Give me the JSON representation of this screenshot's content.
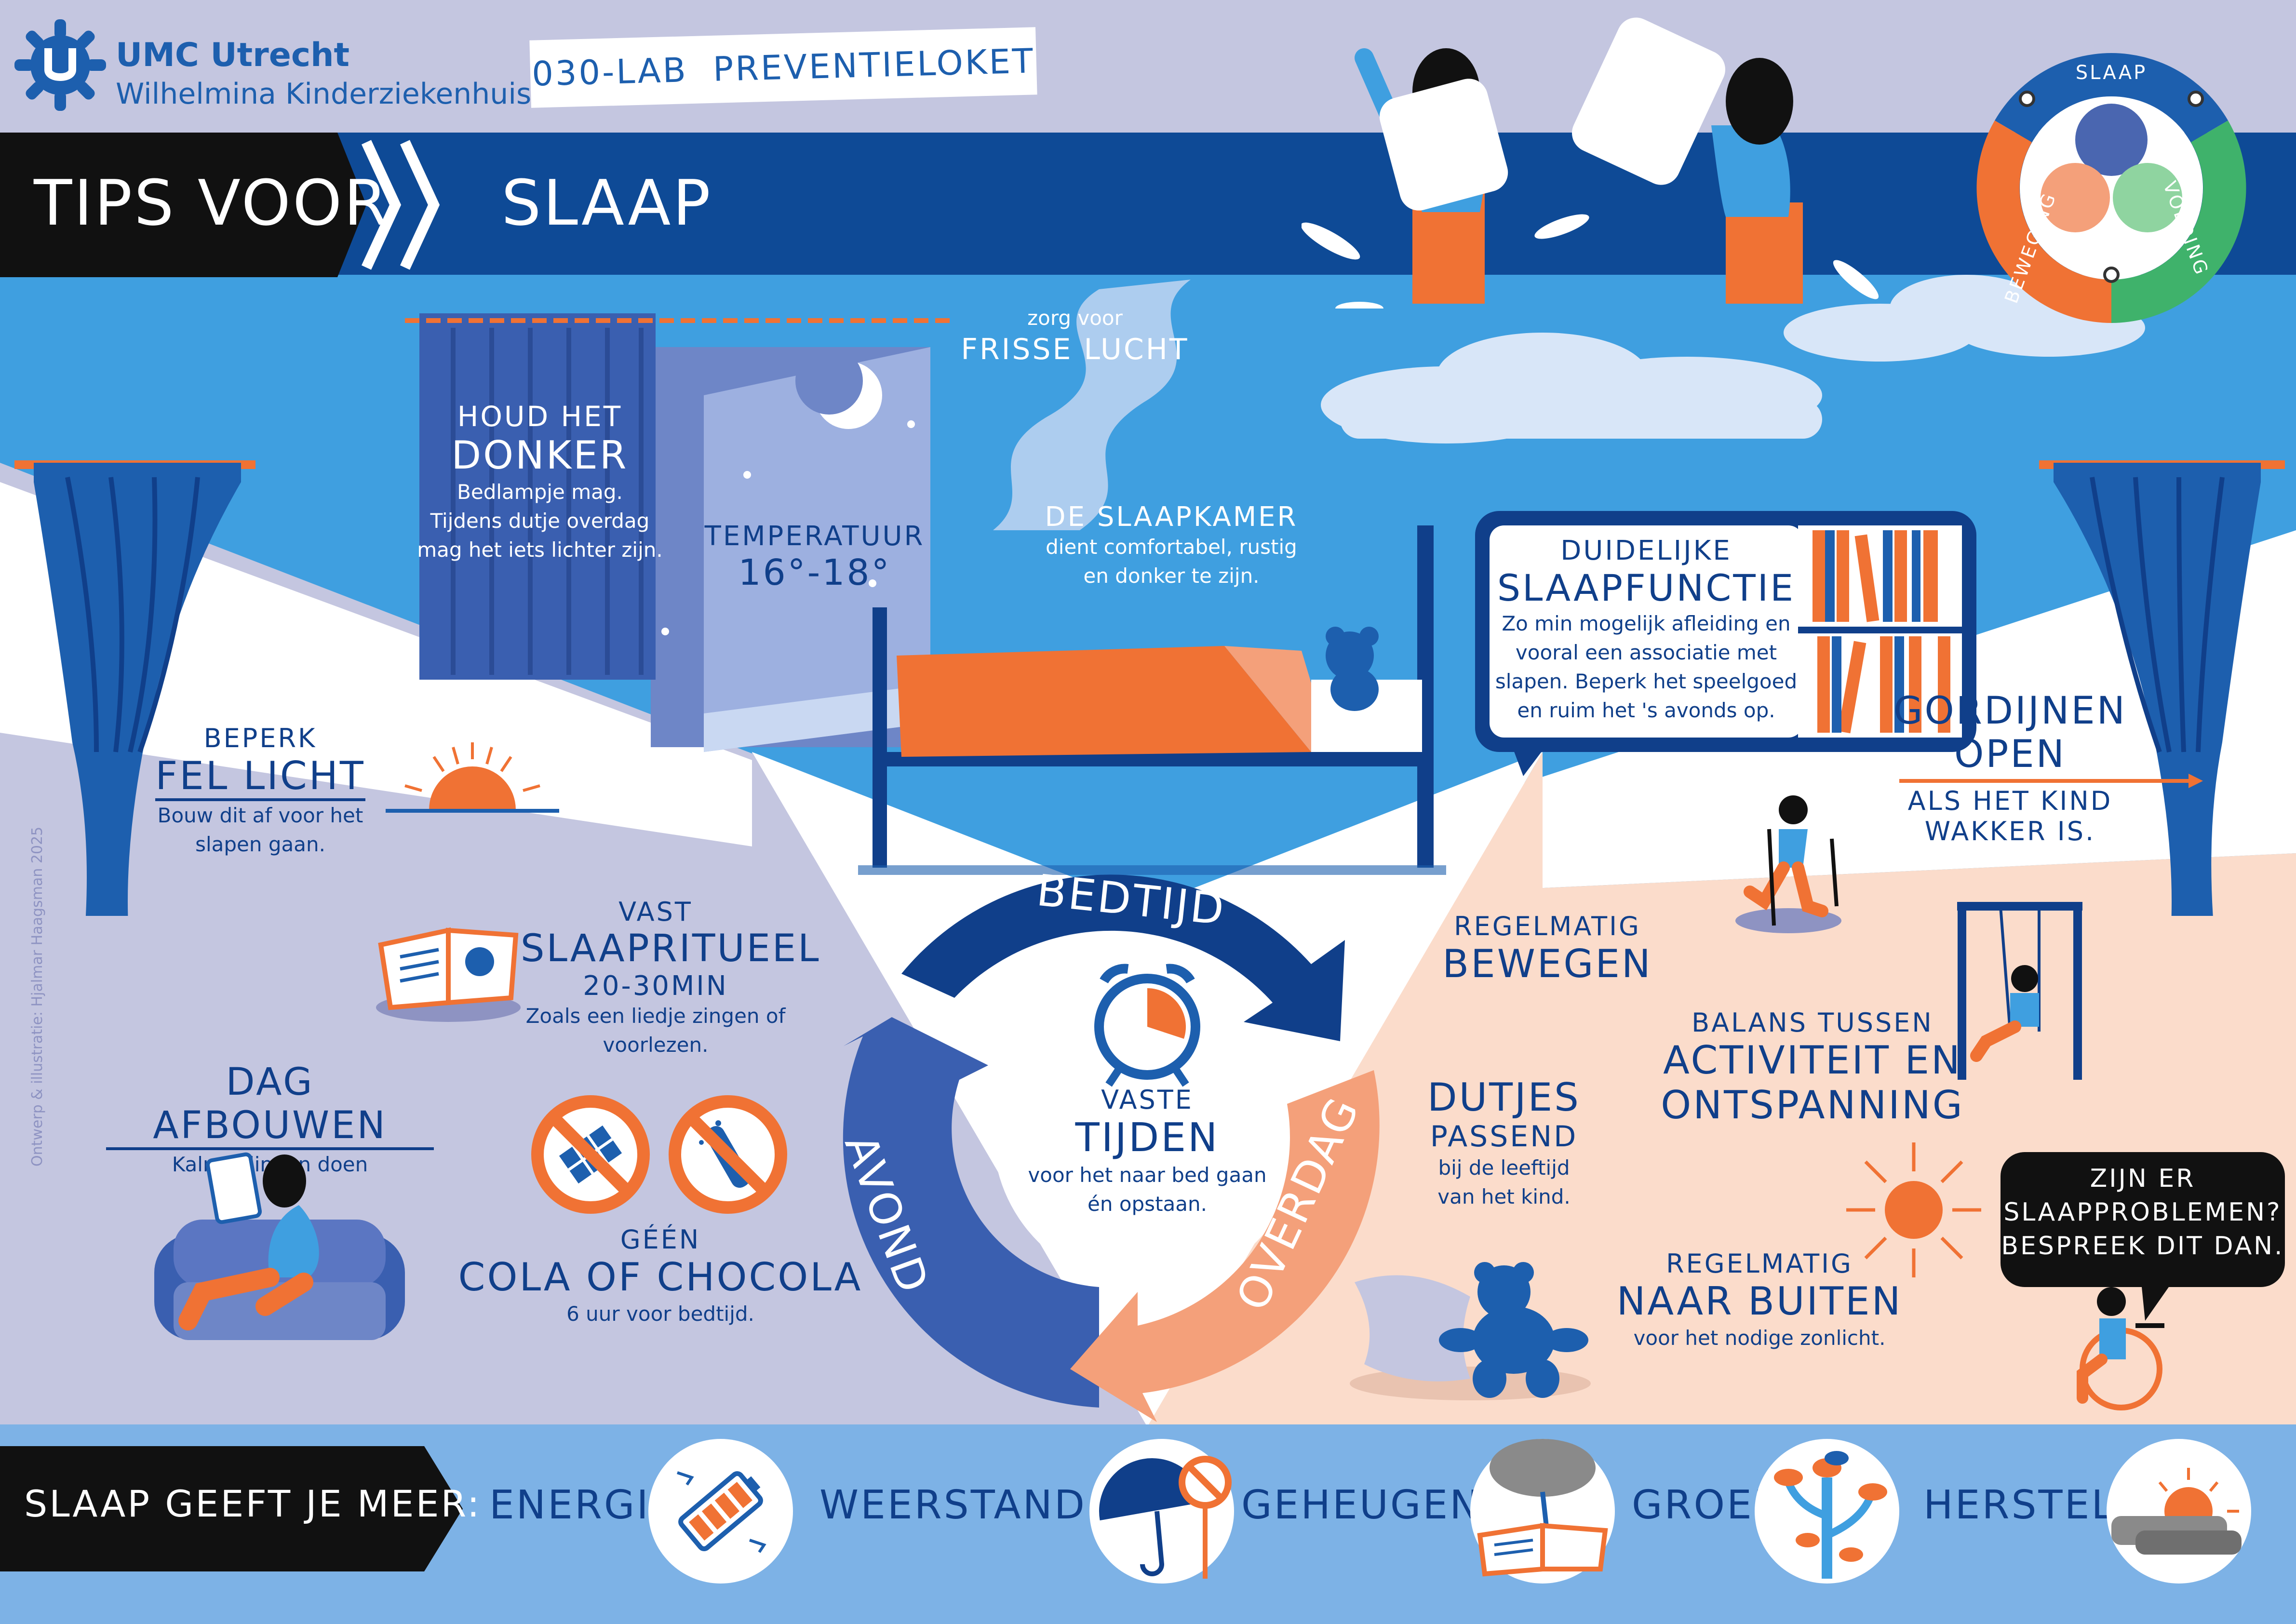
{
  "header": {
    "logo_line1": "UMC Utrecht",
    "logo_line2": "Wilhelmina Kinderziekenhuis",
    "lab_label": "030-LAB  PREVENTIELOKET",
    "title_prefix": "TIPS VOOR",
    "title_topic": "SLAAP"
  },
  "wheel": {
    "top": "SLAAP",
    "right": "VOEDING",
    "left": "BEWEGING"
  },
  "tips": {
    "frisse": {
      "small": "zorg voor",
      "big": "FRISSE LUCHT"
    },
    "donker": {
      "small": "HOUD HET",
      "big": "DONKER",
      "text1": "Bedlampje mag.",
      "text2": "Tijdens dutje overdag",
      "text3": "mag het iets lichter zijn."
    },
    "temperatuur": {
      "label": "TEMPERATUUR",
      "value": "16°-18°"
    },
    "slaapkamer": {
      "title": "DE SLAAPKAMER",
      "text1": "dient comfortabel, rustig",
      "text2": "en donker te zijn."
    },
    "slaapfunctie": {
      "small": "DUIDELIJKE",
      "big": "SLAAPFUNCTIE",
      "text1": "Zo min mogelijk afleiding en",
      "text2": "vooral een associatie met",
      "text3": "slapen. Beperk het speelgoed",
      "text4": "en ruim het 's avonds op."
    },
    "gordijnen": {
      "line1": "GORDIJNEN",
      "line2": "OPEN",
      "line3": "ALS HET KIND",
      "line4": "WAKKER IS."
    },
    "fel_licht": {
      "small": "BEPERK",
      "big": "FEL LICHT",
      "text1": "Bouw dit af voor het",
      "text2": "slapen gaan."
    },
    "slaapritueel": {
      "small": "VAST",
      "big": "SLAAPRITUEEL",
      "dur": "20-30MIN",
      "text1": "Zoals een liedje zingen of",
      "text2": "voorlezen."
    },
    "dag_afbouwen": {
      "big": "DAG AFBOUWEN",
      "text": "Kalme dingen doen"
    },
    "cola": {
      "small": "GÉÉN",
      "big": "COLA OF CHOCOLA",
      "text": "6 uur voor bedtijd."
    },
    "bewegen": {
      "small": "REGELMATIG",
      "big": "BEWEGEN"
    },
    "balans": {
      "small": "BALANS TUSSEN",
      "big1": "ACTIVITEIT EN",
      "big2": "ONTSPANNING"
    },
    "dutjes": {
      "big": "DUTJES",
      "mid": "PASSEND",
      "text1": "bij de leeftijd",
      "text2": "van het kind."
    },
    "buiten": {
      "small": "REGELMATIG",
      "big": "NAAR BUITEN",
      "text": "voor het nodige zonlicht."
    },
    "problemen": {
      "line1": "ZIJN ER",
      "line2": "SLAAPPROBLEMEN?",
      "line3": "BESPREEK DIT DAN."
    }
  },
  "cycle": {
    "bedtijd": "BEDTIJD",
    "avond": "AVOND",
    "overdag": "OVERDAG",
    "center_small": "VASTE",
    "center_big": "TIJDEN",
    "center_text1": "voor het naar bed gaan",
    "center_text2": "én opstaan."
  },
  "credit": "Ontwerp & illustratie: Hjalmar Haagsman 2025",
  "footer": {
    "lead": "SLAAP GEEFT JE MEER:",
    "items": [
      "ENERGIE",
      "WEERSTAND",
      "GEHEUGEN",
      "GROEI",
      "HERSTEL"
    ]
  },
  "colors": {
    "navy": "#103f8a",
    "dark_band": "#0e4a96",
    "sky": "#3f9fe0",
    "orange": "#f07234",
    "peach": "#fbdccb",
    "lavender": "#c4c6e0",
    "green": "#3fb26b",
    "black": "#111111",
    "footer_blue": "#7db2e6"
  }
}
